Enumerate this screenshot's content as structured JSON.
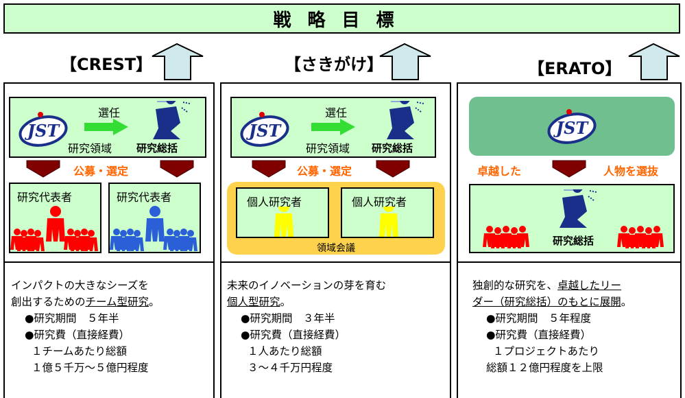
{
  "goal": {
    "title": "戦略目標"
  },
  "programs": [
    {
      "name": "【CREST】",
      "selection": {
        "appoint": "選任",
        "area": "研究領域",
        "supervisor": "研究総括"
      },
      "process": "公募・選定",
      "teams": [
        "研究代表者",
        "研究代表者"
      ],
      "desc": {
        "line1": "インパクトの大きなシーズを",
        "line2_pre": "創出するための",
        "line2_u": "チーム型研究",
        "line2_post": "。",
        "period": "●研究期間　５年半",
        "fund": "●研究費（直接経費）",
        "fund1": "１チームあたり総額",
        "fund2": "１億５千万～５億円程度"
      }
    },
    {
      "name": "【さきがけ】",
      "selection": {
        "appoint": "選任",
        "area": "研究領域",
        "supervisor": "研究総括"
      },
      "process": "公募・選定",
      "researchers": [
        "個人研究者",
        "個人研究者"
      ],
      "meeting": "領域会議",
      "desc": {
        "line1": "未来のイノベーションの芽を育む",
        "line2_u": "個人型研究",
        "line2_post": "。",
        "period": "●研究期間　３年半",
        "fund": "●研究費（直接経費）",
        "fund1": "１人あたり総額",
        "fund2": "３～４千万円程度"
      }
    },
    {
      "name": "【ERATO】",
      "select_left": "卓越した",
      "select_right": "人物を選抜",
      "supervisor": "研究総括",
      "desc": {
        "line1_pre": "独創的な研究を、",
        "line1_u": "卓越したリー",
        "line2_u": "ダー（研究総括）のもとに展開",
        "line2_post": "。",
        "period": "●研究期間　５年程度",
        "fund": "●研究費（直接経費）",
        "fund1": "１プロジェクトあたり",
        "fund2": "総額１２億円程度を上限"
      }
    }
  ],
  "logo_text": "JST",
  "colors": {
    "goal_bg": "#ccffcc",
    "box_green": "#ccffcc",
    "arrow_up": "#cfe8ec",
    "arrow_down": "#800000",
    "orange": "#ff6600",
    "team_red": "#ff0000",
    "team_blue": "#2a5fd8",
    "researcher_yellow": "#ffff00",
    "meeting_bg": "#ffd24d",
    "erato_top": "#6fbf8f",
    "logo_blue": "#1a2f8a"
  }
}
